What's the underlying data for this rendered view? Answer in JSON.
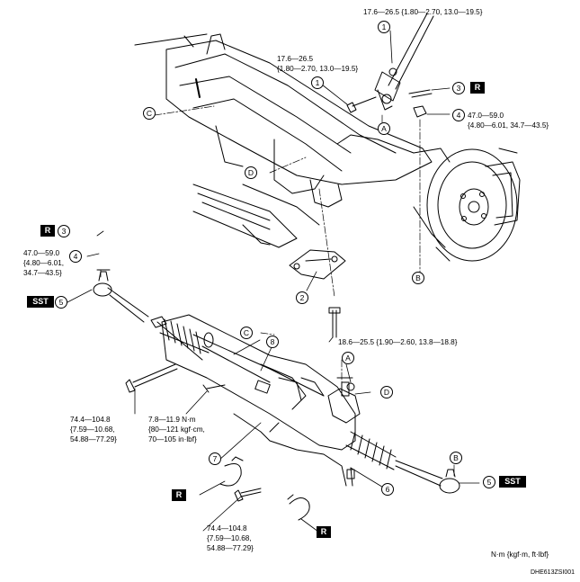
{
  "callouts": {
    "n1": "1",
    "n2": "2",
    "n3": "3",
    "n4": "4",
    "n5": "5",
    "n6": "6",
    "n7": "7",
    "n8": "8",
    "A": "A",
    "B": "B",
    "C": "C",
    "D": "D"
  },
  "badges": {
    "R": "R",
    "SST": "SST"
  },
  "torques": {
    "t1_top": "17.6—26.5 {1.80—2.70, 13.0—19.5}",
    "t1_mid_l1": "17.6—26.5",
    "t1_mid_l2": "{1.80—2.70, 13.0—19.5}",
    "t4_r_l1": "47.0—59.0",
    "t4_r_l2": "{4.80—6.01, 34.7—43.5}",
    "t4_l_l1": "47.0—59.0",
    "t4_l_l2": "{4.80—6.01,",
    "t4_l_l3": "34.7—43.5}",
    "t2": "18.6—25.5 {1.90—2.60, 13.8—18.8}",
    "t_bolt_l_l1": "74.4—104.8",
    "t_bolt_l_l2": "{7.59—10.68,",
    "t_bolt_l_l3": "54.88—77.29}",
    "t_small_l1": "7.8—11.9 N·m",
    "t_small_l2": "{80—121 kgf·cm,",
    "t_small_l3": "70—105 in·lbf}",
    "t_bolt_b_l1": "74.4—104.8",
    "t_bolt_b_l2": "{7.59—10.68,",
    "t_bolt_b_l3": "54.88—77.29}"
  },
  "units": "N·m {kgf·m, ft·lbf}",
  "figure_code": "DHE613ZSI001"
}
